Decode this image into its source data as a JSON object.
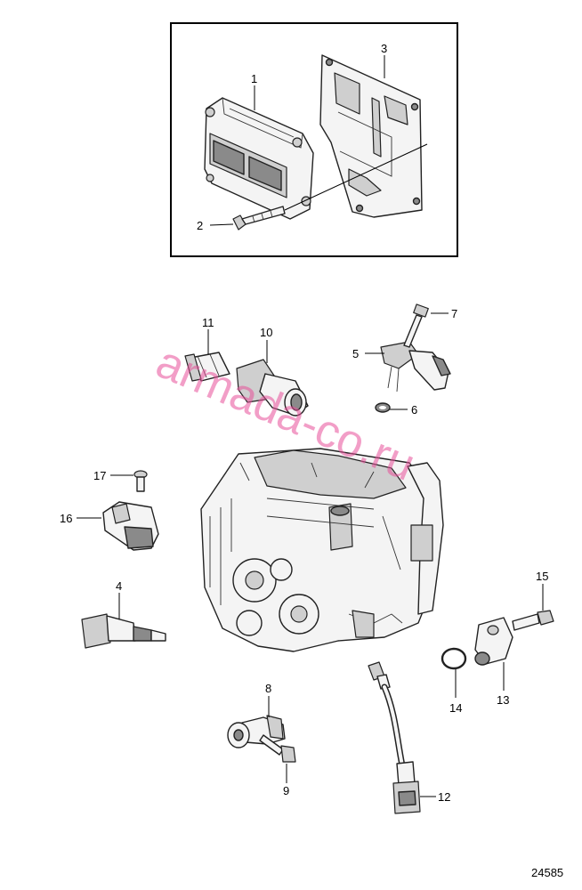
{
  "callouts": {
    "c1": "1",
    "c2": "2",
    "c3": "3",
    "c4": "4",
    "c5": "5",
    "c6": "6",
    "c7": "7",
    "c8": "8",
    "c9": "9",
    "c10": "10",
    "c11": "11",
    "c12": "12",
    "c13": "13",
    "c14": "14",
    "c15": "15",
    "c16": "16",
    "c17": "17"
  },
  "watermark": "armada-co.ru",
  "figure_number": "24585"
}
